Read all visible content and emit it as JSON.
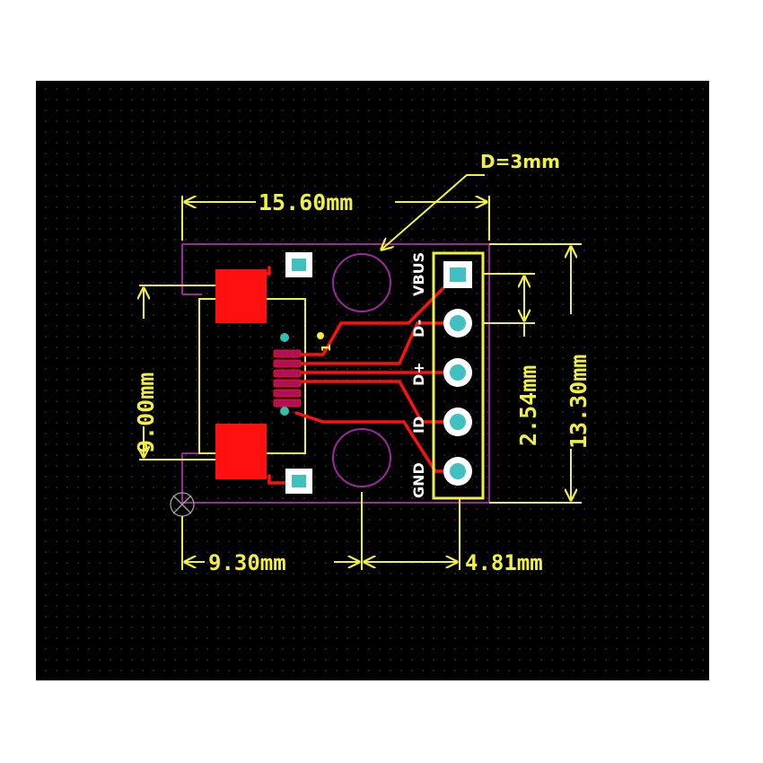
{
  "dimensions": {
    "board_width": "15.60mm",
    "board_height": "13.30mm",
    "connector_span": "9.00mm",
    "pin_pitch": "2.54mm",
    "left_offset": "9.30mm",
    "right_offset": "4.81mm",
    "hole_diameter": "D=3mm"
  },
  "pins": [
    "VBUS",
    "D-",
    "D+",
    "ID",
    "GND"
  ],
  "pin1_marker": "1",
  "colors": {
    "background": "#000000",
    "dimension": "#f0f040",
    "copper": "#ff1010",
    "outline": "#9a2a9a",
    "pad": "#40c0c0",
    "silk_text": "#f0f040",
    "label_text": "#ffffff"
  }
}
